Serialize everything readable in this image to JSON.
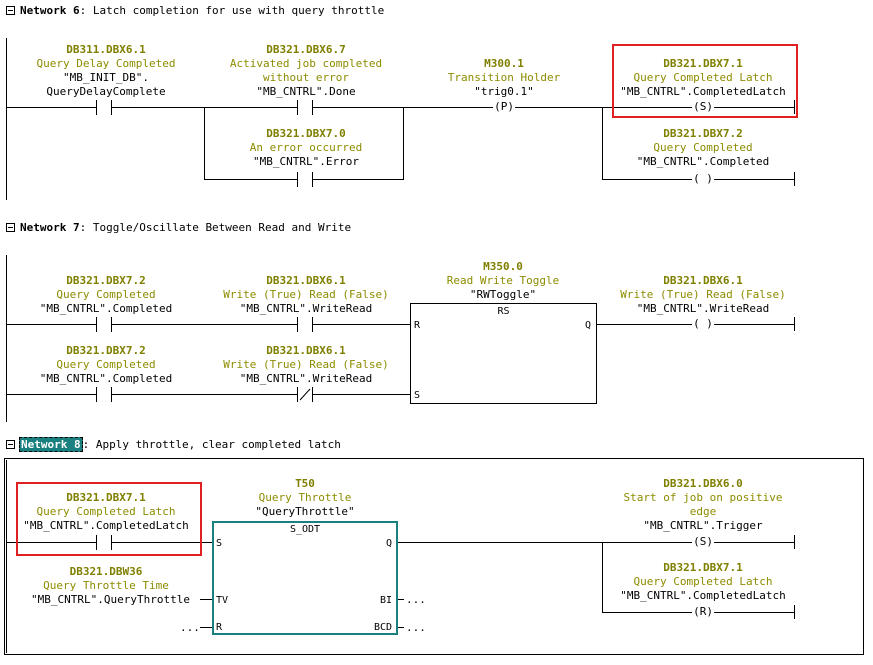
{
  "networks": [
    {
      "number_label": "Network 6",
      "comment": ": Latch completion for use with query throttle"
    },
    {
      "number_label": "Network 7",
      "comment": ": Toggle/Oscillate Between Read and Write"
    },
    {
      "number_label": "Network 8",
      "comment": ": Apply throttle, clear completed latch"
    }
  ],
  "n6": {
    "c1": {
      "addr": "DB311.DBX6.1",
      "cmt": "Query Delay Completed",
      "sym1": "\"MB_INIT_DB\".",
      "sym2": "QueryDelayComplete"
    },
    "c2": {
      "addr": "DB321.DBX6.7",
      "cmt1": "Activated job completed",
      "cmt2": "without error",
      "sym": "\"MB_CNTRL\".Done"
    },
    "c3": {
      "addr": "DB321.DBX7.0",
      "cmt": "An error occurred",
      "sym": "\"MB_CNTRL\".Error"
    },
    "c4": {
      "addr": "M300.1",
      "cmt": "Transition Holder",
      "sym": "\"trig0.1\"",
      "coil": "P"
    },
    "c5": {
      "addr": "DB321.DBX7.1",
      "cmt": "Query Completed Latch",
      "sym": "\"MB_CNTRL\".CompletedLatch",
      "coil": "S"
    },
    "c6": {
      "addr": "DB321.DBX7.2",
      "cmt": "Query Completed",
      "sym": "\"MB_CNTRL\".Completed"
    }
  },
  "n7": {
    "c1": {
      "addr": "DB321.DBX7.2",
      "cmt": "Query Completed",
      "sym": "\"MB_CNTRL\".Completed"
    },
    "c2": {
      "addr": "DB321.DBX6.1",
      "cmt": "Write (True) Read (False)",
      "sym": "\"MB_CNTRL\".WriteRead"
    },
    "c3": {
      "addr": "DB321.DBX7.2",
      "cmt": "Query Completed",
      "sym": "\"MB_CNTRL\".Completed"
    },
    "c4": {
      "addr": "DB321.DBX6.1",
      "cmt": "Write (True) Read (False)",
      "sym": "\"MB_CNTRL\".WriteRead"
    },
    "rs": {
      "addr": "M350.0",
      "cmt": "Read Write Toggle",
      "sym": "\"RWToggle\"",
      "title": "RS",
      "pin_r": "R",
      "pin_s": "S",
      "pin_q": "Q"
    },
    "c5": {
      "addr": "DB321.DBX6.1",
      "cmt": "Write (True) Read (False)",
      "sym": "\"MB_CNTRL\".WriteRead"
    }
  },
  "n8": {
    "c1": {
      "addr": "DB321.DBX7.1",
      "cmt": "Query Completed Latch",
      "sym": "\"MB_CNTRL\".CompletedLatch"
    },
    "timer": {
      "addr": "T50",
      "cmt": "Query Throttle",
      "sym": "\"QueryThrottle\"",
      "title": "S_ODT",
      "pin_s": "S",
      "pin_tv": "TV",
      "pin_r": "R",
      "pin_q": "Q",
      "pin_bi": "BI",
      "pin_bcd": "BCD",
      "dots": "..."
    },
    "tv": {
      "addr": "DB321.DBW36",
      "cmt": "Query Throttle Time",
      "sym": "\"MB_CNTRL\".QueryThrottle"
    },
    "c2": {
      "addr": "DB321.DBX6.0",
      "cmt1": "Start of job on positive",
      "cmt2": "edge",
      "sym": "\"MB_CNTRL\".Trigger",
      "coil": "S"
    },
    "c3": {
      "addr": "DB321.DBX7.1",
      "cmt": "Query Completed Latch",
      "sym": "\"MB_CNTRL\".CompletedLatch",
      "coil": "R"
    }
  }
}
